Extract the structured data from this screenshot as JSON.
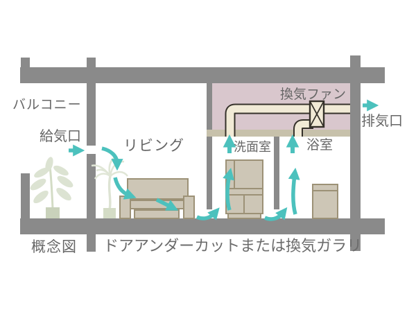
{
  "diagram": {
    "caption": "概念図",
    "footnote": "ドアアンダーカットまたは換気ガラリ",
    "labels": {
      "balcony": "バルコニー",
      "supply_port": "給気口",
      "living": "リビング",
      "vent_fan": "換気ファン",
      "exhaust_port": "排気口",
      "washroom": "洗面室",
      "bathroom": "浴室"
    },
    "icons": {
      "fan": "ventilation-fan-icon",
      "airflow": "airflow-arrow-icon",
      "plants": [
        "potted-plant-icon",
        "palm-plant-icon"
      ]
    },
    "colors": {
      "wall_gray": "#8a8a8a",
      "ceiling_plenum_pink": "#d9c7cd",
      "ceiling_board_tan": "#c7c1ab",
      "duct_fill": "#f1ead6",
      "duct_outline": "#35312a",
      "furniture_fill": "#cdc6b6",
      "furniture_outline": "#9c9176",
      "airflow_teal": "#4cc1bd",
      "text_gray": "#666666",
      "plant_green": "#dce3d2"
    }
  }
}
